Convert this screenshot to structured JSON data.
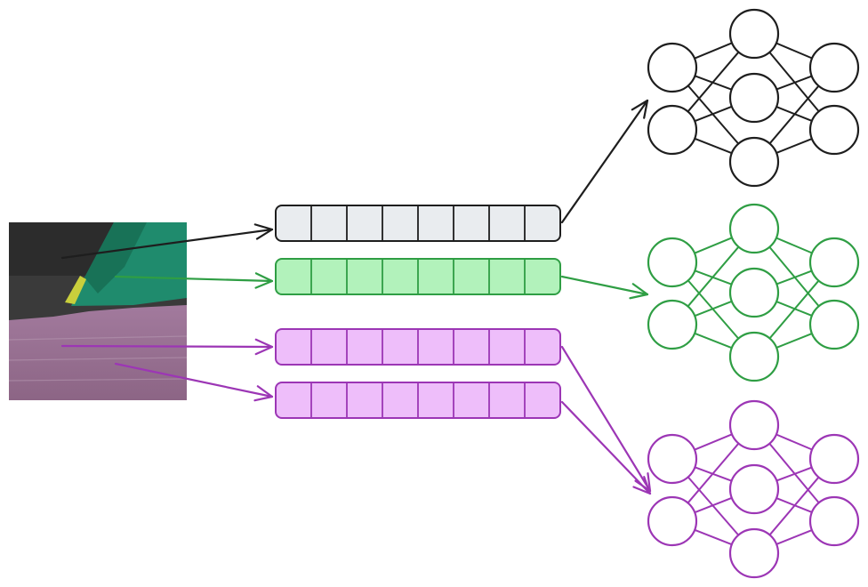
{
  "colors": {
    "background": "#ffffff",
    "black": "#1e1e1e",
    "green": "#2f9e44",
    "purple": "#9c36b5",
    "gray_fill": "#e9ecef",
    "green_fill": "#b2f2bb",
    "purple_fill": "#eebefa"
  },
  "image_patch": {
    "regions": [
      "dark-background",
      "green-object",
      "yellow-highlight",
      "purple-floor"
    ],
    "colors": {
      "dark": "#3b3b3b",
      "teal": "#1d8a6b",
      "yellow": "#c4c93a",
      "purple": "#9a6c92"
    }
  },
  "vectors": [
    {
      "id": "vector-black",
      "cells": 8,
      "color": "black",
      "fill": "gray_fill",
      "source_count": 1,
      "target": "network-black"
    },
    {
      "id": "vector-green",
      "cells": 8,
      "color": "green",
      "fill": "green_fill",
      "source_count": 1,
      "target": "network-green"
    },
    {
      "id": "vector-purple-1",
      "cells": 8,
      "color": "purple",
      "fill": "purple_fill",
      "source_count": 1,
      "target": "network-purple"
    },
    {
      "id": "vector-purple-2",
      "cells": 8,
      "color": "purple",
      "fill": "purple_fill",
      "source_count": 1,
      "target": "network-purple"
    }
  ],
  "networks": [
    {
      "id": "network-black",
      "color": "black",
      "layers": [
        2,
        3,
        2
      ]
    },
    {
      "id": "network-green",
      "color": "green",
      "layers": [
        2,
        3,
        2
      ]
    },
    {
      "id": "network-purple",
      "color": "purple",
      "layers": [
        2,
        3,
        2
      ]
    }
  ]
}
